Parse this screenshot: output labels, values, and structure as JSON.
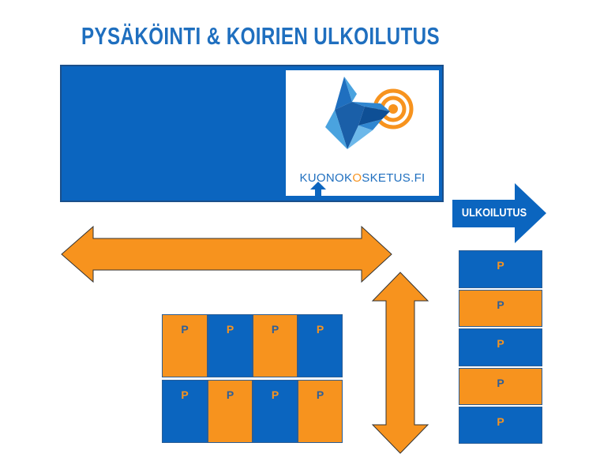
{
  "title": "PYSÄKÖINTI & KOIRIEN ULKOILUTUS",
  "logo": {
    "text_before": "KUONOK",
    "text_o": "O",
    "text_after": "SKETUS.FI",
    "icon": "dog-head-touch-target-icon"
  },
  "walk_sign": {
    "label": "ULKOILUTUS"
  },
  "parking_grid": {
    "top_row": [
      {
        "label": "P",
        "color": "orange"
      },
      {
        "label": "P",
        "color": "blue"
      },
      {
        "label": "P",
        "color": "orange"
      },
      {
        "label": "P",
        "color": "blue"
      }
    ],
    "bottom_row": [
      {
        "label": "P",
        "color": "blue"
      },
      {
        "label": "P",
        "color": "orange"
      },
      {
        "label": "P",
        "color": "blue"
      },
      {
        "label": "P",
        "color": "orange"
      }
    ]
  },
  "parking_column": [
    {
      "label": "P",
      "color": "blue"
    },
    {
      "label": "P",
      "color": "orange"
    },
    {
      "label": "P",
      "color": "blue"
    },
    {
      "label": "P",
      "color": "orange"
    },
    {
      "label": "P",
      "color": "blue"
    }
  ],
  "colors": {
    "blue": "#0b65bf",
    "orange": "#f7931e",
    "title_blue": "#1f6fbf"
  }
}
